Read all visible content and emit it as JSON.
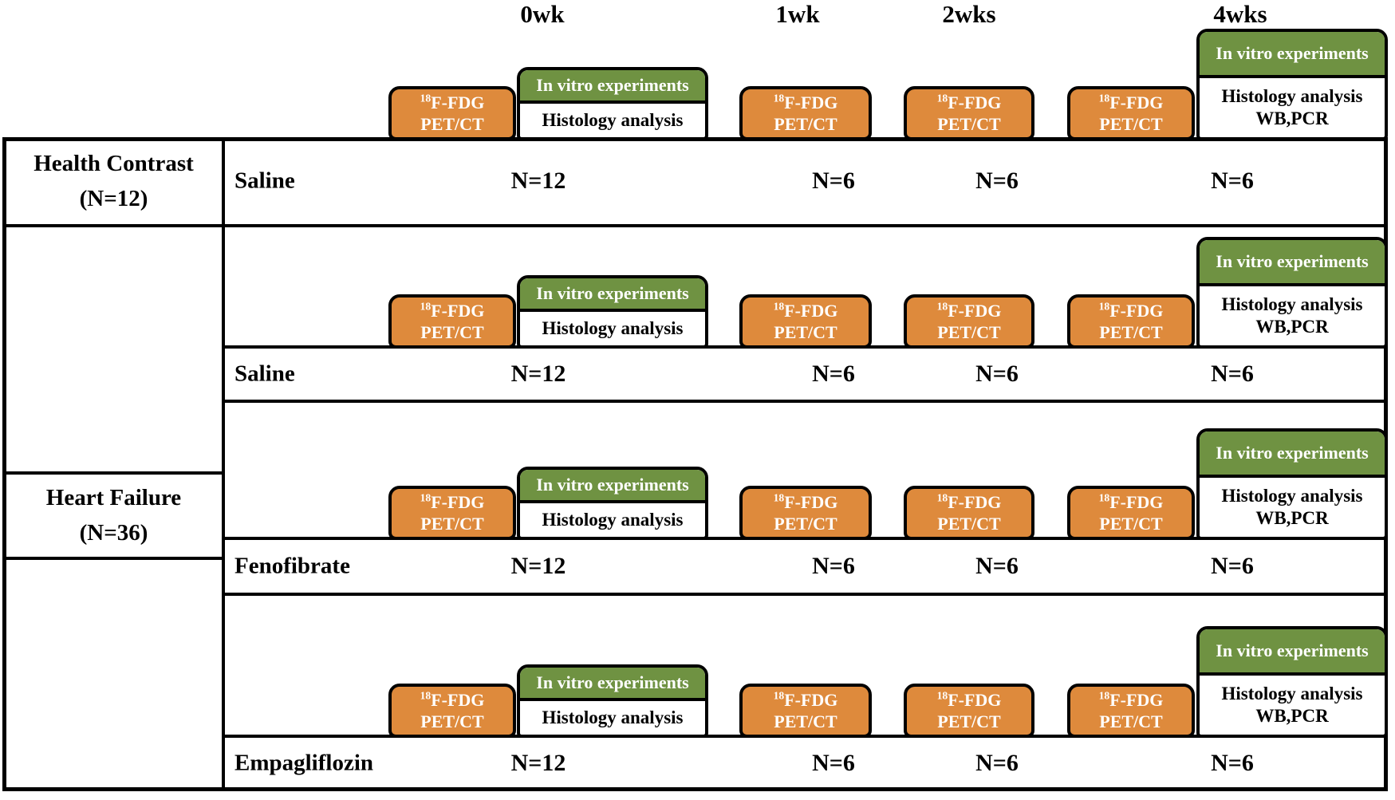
{
  "figure": {
    "timepoints": [
      {
        "label": "0wk"
      },
      {
        "label": "1wk"
      },
      {
        "label": "2wks"
      },
      {
        "label": "4wks"
      }
    ],
    "boxes": {
      "petct": {
        "sup": "18",
        "isotope": "F-FDG",
        "line2": "PET/CT"
      },
      "invitro": {
        "header": "In vitro experiments",
        "histology": "Histology analysis",
        "wbpcr": "WB,PCR"
      }
    },
    "left_column": {
      "health_contrast": {
        "line1": "Health Contrast",
        "line2": "(N=12)"
      },
      "heart_failure": {
        "line1": "Heart Failure",
        "line2": "(N=36)"
      }
    },
    "rows": [
      {
        "treatment": "Saline",
        "n": [
          "N=12",
          "N=6",
          "N=6",
          "N=6"
        ]
      },
      {
        "treatment": "Saline",
        "n": [
          "N=12",
          "N=6",
          "N=6",
          "N=6"
        ]
      },
      {
        "treatment": "Fenofibrate",
        "n": [
          "N=12",
          "N=6",
          "N=6",
          "N=6"
        ]
      },
      {
        "treatment": "Empagliflozin",
        "n": [
          "N=12",
          "N=6",
          "N=6",
          "N=6"
        ]
      }
    ],
    "colors": {
      "orange": "#DE8A3C",
      "green": "#6F9242",
      "border": "#000000",
      "box_text": "#FFFFFF"
    }
  }
}
